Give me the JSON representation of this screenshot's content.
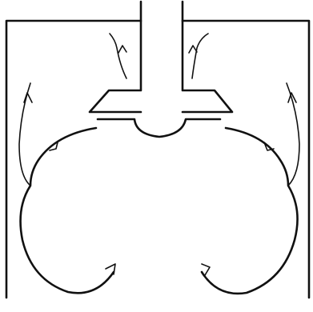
{
  "diagram": {
    "colors": {
      "background": "#ffffff",
      "ink": "#111111"
    },
    "elements": [
      "enclosure-outline",
      "central-pipe",
      "downward-cone",
      "bottom-dome",
      "left-circulation-loop",
      "right-circulation-loop",
      "upward-flow-arrows",
      "circulation-arrows"
    ]
  }
}
